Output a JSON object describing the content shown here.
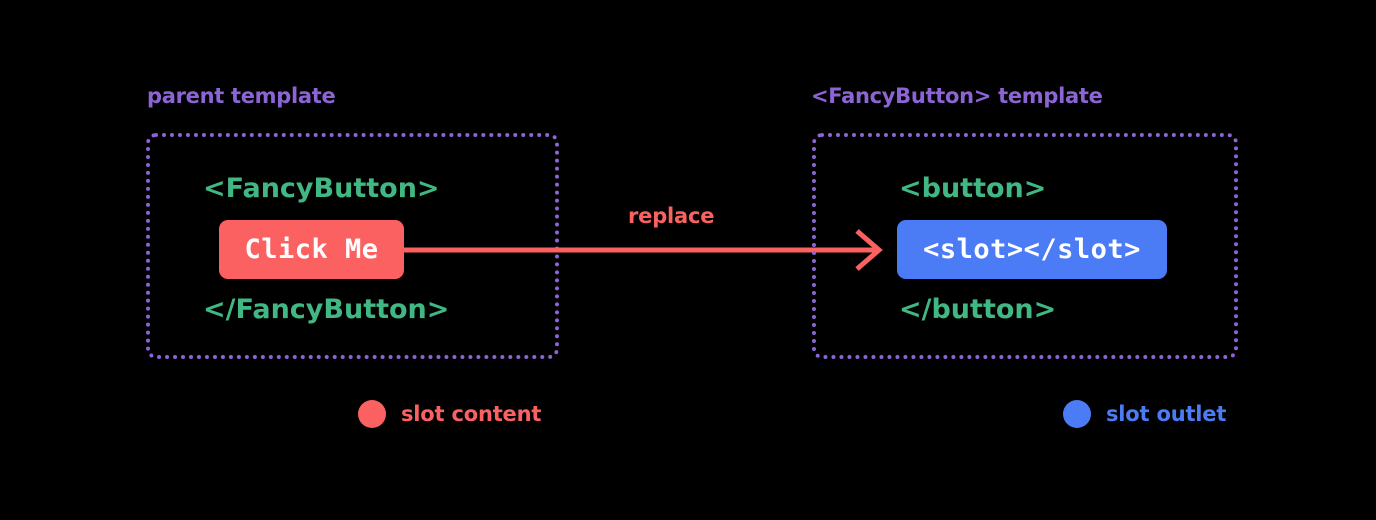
{
  "background_color": "#000000",
  "palette": {
    "purple": "#8d64d6",
    "green": "#41b883",
    "red": "#fc6161",
    "blue": "#4b7bf5",
    "white": "#ffffff"
  },
  "panels": [
    {
      "id": "parent",
      "caption": "parent template",
      "border_color": "#8d64d6",
      "border_style": "dotted",
      "lines": {
        "open_tag": "<FancyButton>",
        "close_tag": "</FancyButton>"
      },
      "chip": {
        "label": "Click Me",
        "role": "slot-content",
        "fill": "#fc6161",
        "text_color": "#ffffff"
      }
    },
    {
      "id": "fancybutton",
      "caption": "<FancyButton> template",
      "border_color": "#8d64d6",
      "border_style": "dotted",
      "lines": {
        "open_tag": "<button>",
        "close_tag": "</button>"
      },
      "chip": {
        "label": "<slot></slot>",
        "role": "slot-outlet",
        "fill": "#4b7bf5",
        "text_color": "#ffffff"
      }
    }
  ],
  "connector": {
    "label": "replace",
    "color": "#fc6161",
    "direction": "left-to-right",
    "head": "chevron"
  },
  "legend": [
    {
      "label": "slot content",
      "color": "#fc6161"
    },
    {
      "label": "slot outlet",
      "color": "#4b7bf5"
    }
  ]
}
